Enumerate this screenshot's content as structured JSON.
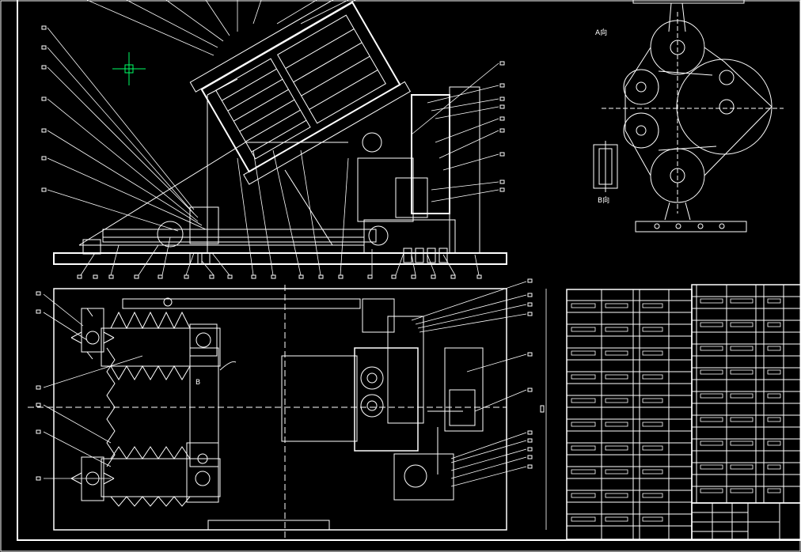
{
  "drawing": {
    "view_a_label": "A向",
    "view_b_label": "B向",
    "section_mark": "B",
    "colors": {
      "background": "#000000",
      "lines": "#ffffff",
      "marker": "#00ff66"
    }
  }
}
